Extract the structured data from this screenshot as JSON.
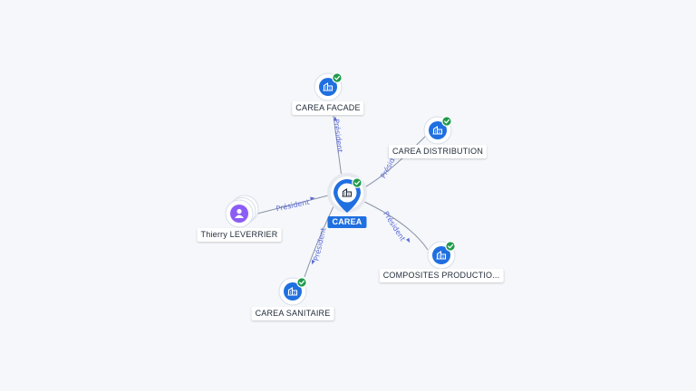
{
  "colors": {
    "accent": "#1f6fe0",
    "person": "#8b5cf6",
    "verified": "#1e9b4b",
    "edge_label": "#5b6bd6",
    "edge_line": "#8a94a6",
    "background": "#f5f7fb"
  },
  "center": {
    "label": "CAREA",
    "icon": "building-icon",
    "verified": true
  },
  "nodes": [
    {
      "id": "carea-facade",
      "label": "CAREA FACADE",
      "type": "company",
      "icon": "building-icon",
      "verified": true
    },
    {
      "id": "carea-distribution",
      "label": "CAREA DISTRIBUTION",
      "type": "company",
      "icon": "building-icon",
      "verified": true
    },
    {
      "id": "composites-production",
      "label": "COMPOSITES PRODUCTIO...",
      "type": "company",
      "icon": "building-icon",
      "verified": true
    },
    {
      "id": "carea-sanitaire",
      "label": "CAREA SANITAIRE",
      "type": "company",
      "icon": "building-icon",
      "verified": true
    },
    {
      "id": "thierry-leverrier",
      "label": "Thierry LEVERRIER",
      "type": "person",
      "icon": "person-icon",
      "verified": false
    }
  ],
  "edges": [
    {
      "from": "center",
      "to": "carea-facade",
      "label": "Président"
    },
    {
      "from": "center",
      "to": "carea-distribution",
      "label": "Président"
    },
    {
      "from": "center",
      "to": "composites-production",
      "label": "Président"
    },
    {
      "from": "center",
      "to": "carea-sanitaire",
      "label": "Président"
    },
    {
      "from": "thierry-leverrier",
      "to": "center",
      "label": "Président"
    }
  ]
}
